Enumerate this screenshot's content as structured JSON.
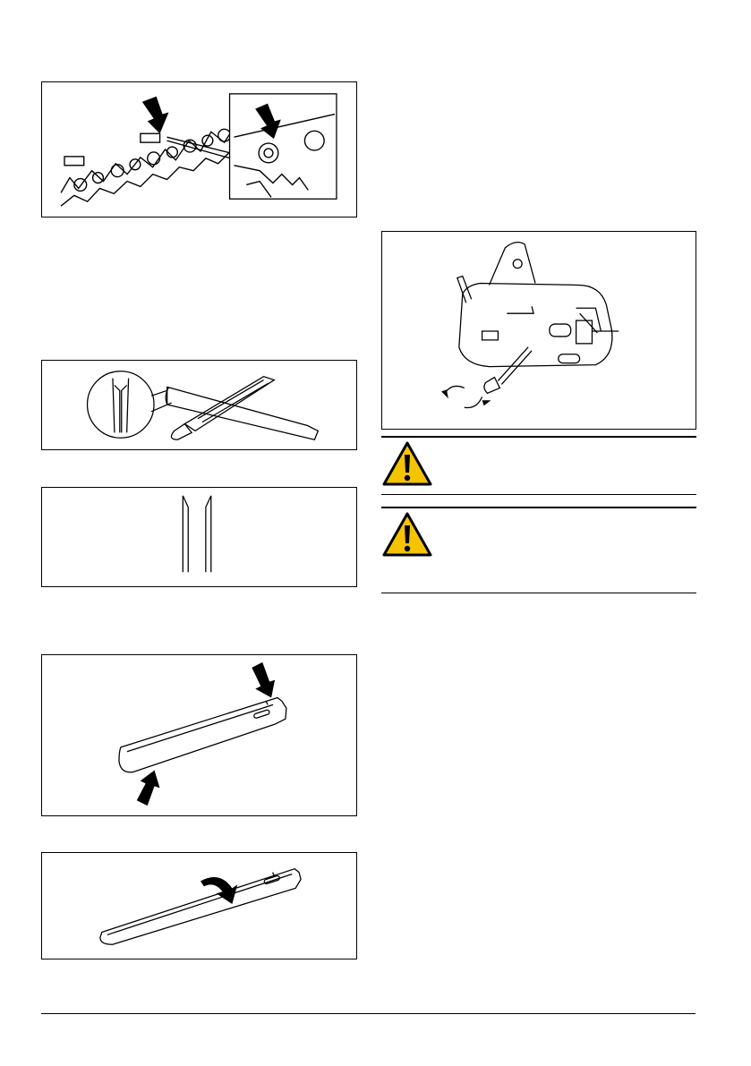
{
  "page": {
    "figures": [
      {
        "id": "chain-drive-link",
        "icon": "chain-arrow-illustration"
      },
      {
        "id": "bar-groove-file",
        "icon": "bar-file-illustration"
      },
      {
        "id": "bar-groove-profile",
        "icon": "groove-profile-illustration"
      },
      {
        "id": "bar-burr-arrows",
        "icon": "guide-bar-arrows-illustration"
      },
      {
        "id": "bar-turn",
        "icon": "guide-bar-rotate-illustration"
      },
      {
        "id": "oil-pump-adjust",
        "icon": "chainsaw-underside-illustration"
      }
    ],
    "warnings": [
      {
        "icon": "warning-triangle-icon",
        "color": "#f5c400"
      },
      {
        "icon": "warning-triangle-icon",
        "color": "#f5c400"
      }
    ]
  }
}
